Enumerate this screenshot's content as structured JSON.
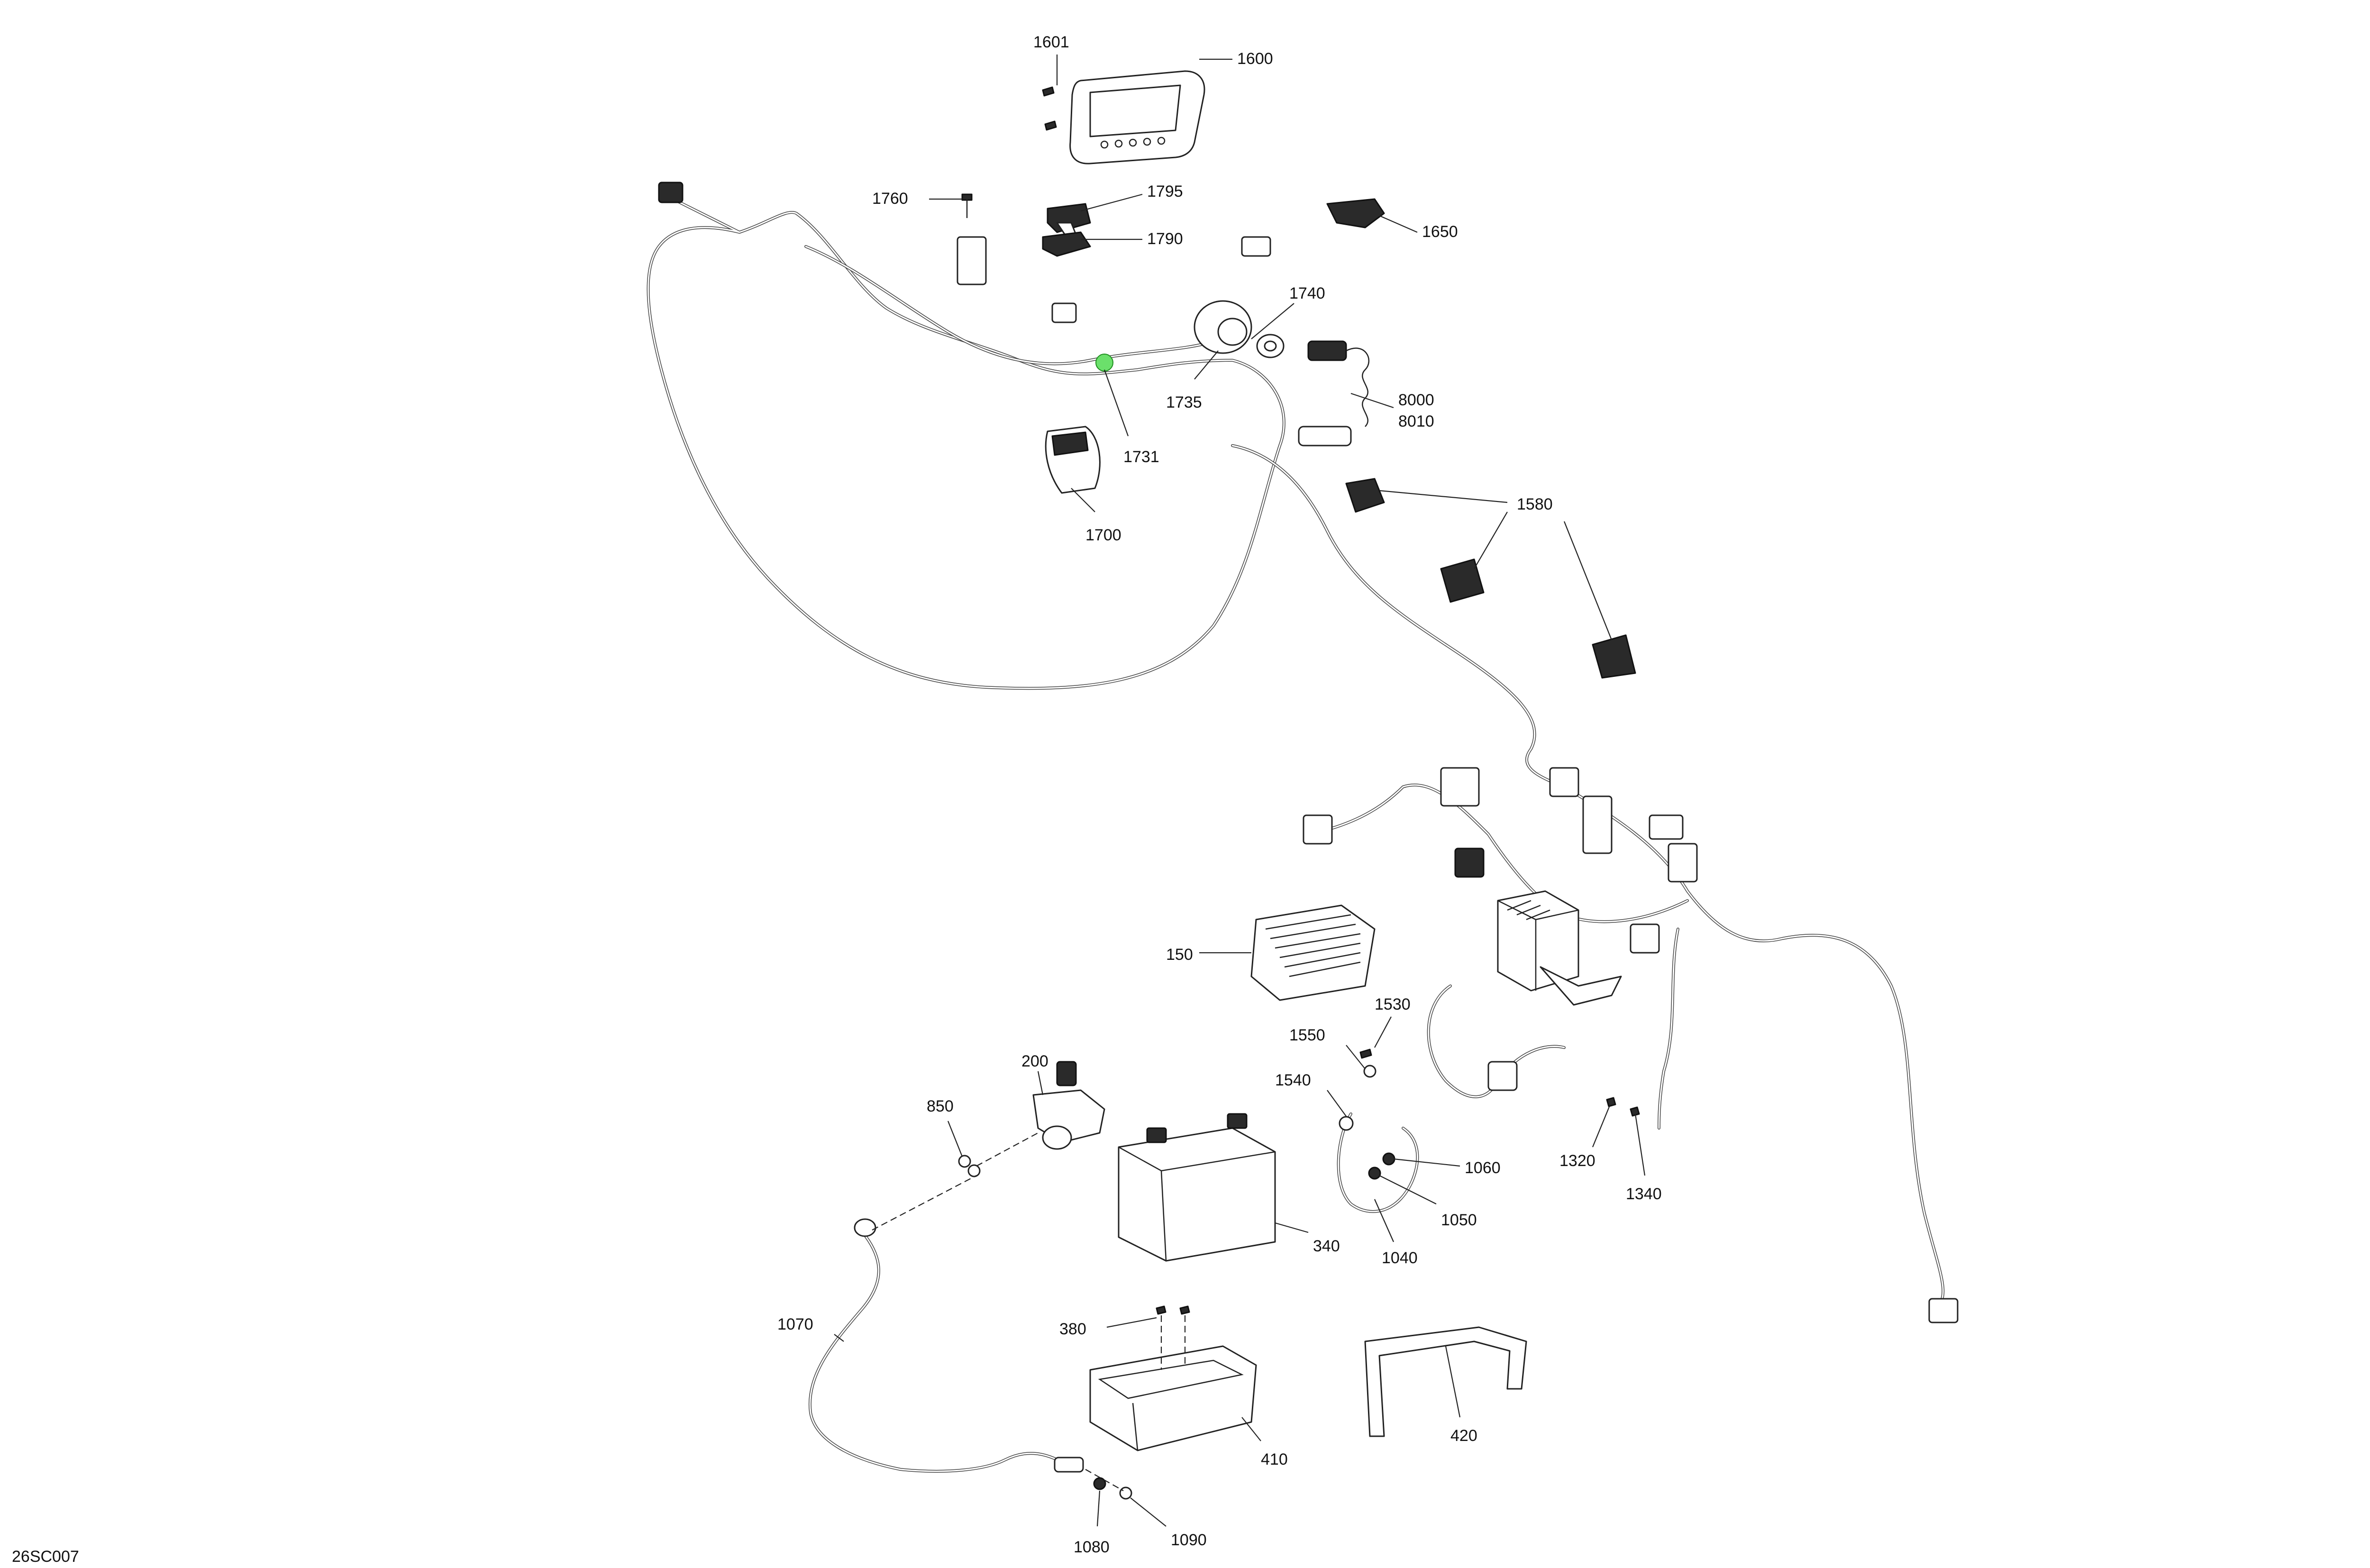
{
  "diagram": {
    "figure_code": "26SC007",
    "callouts": {
      "p1601": "1601",
      "p1600": "1600",
      "p1760": "1760",
      "p1795": "1795",
      "p1790": "1790",
      "p1650": "1650",
      "p1740": "1740",
      "p1735": "1735",
      "p1731": "1731",
      "p8000": "8000",
      "p8010": "8010",
      "p1700": "1700",
      "p1580": "1580",
      "p150": "150",
      "p1530": "1530",
      "p1550": "1550",
      "p1540": "1540",
      "p200": "200",
      "p850": "850",
      "p1060": "1060",
      "p1050": "1050",
      "p1040": "1040",
      "p340": "340",
      "p1320": "1320",
      "p1340": "1340",
      "p1070": "1070",
      "p380": "380",
      "p410": "410",
      "p420": "420",
      "p1080": "1080",
      "p1090": "1090"
    },
    "colors": {
      "line": "#222222",
      "highlight": "#6be06b"
    }
  }
}
